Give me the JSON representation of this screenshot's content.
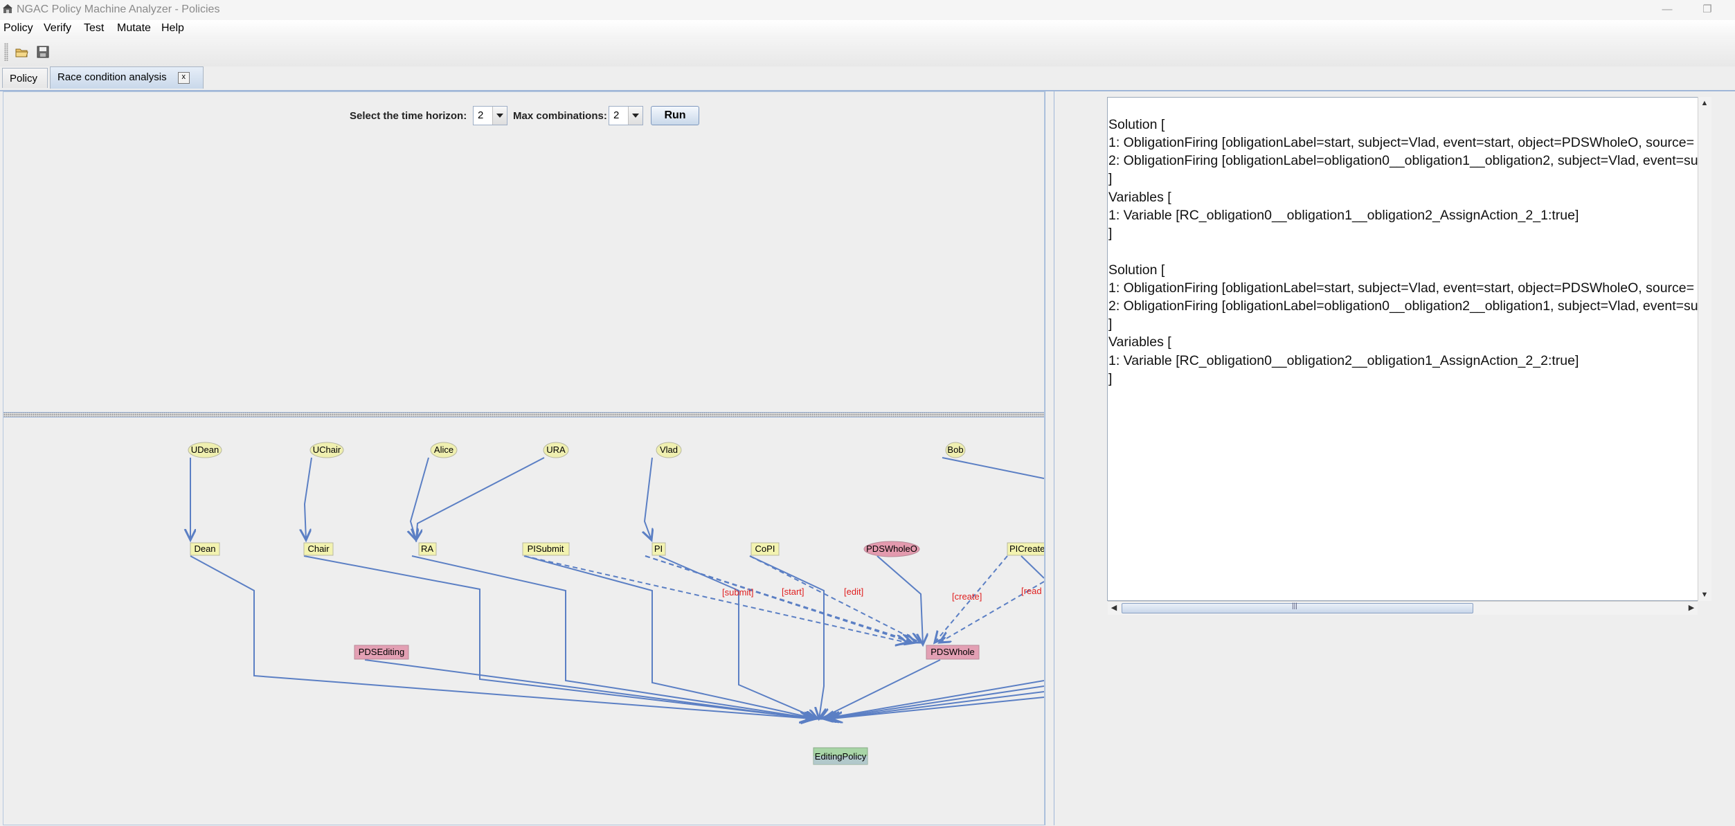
{
  "window": {
    "title": "NGAC Policy Machine Analyzer - Policies"
  },
  "menu": [
    "Policy",
    "Verify",
    "Test",
    "Mutate",
    "Help"
  ],
  "toolbar": {
    "icons": [
      "open-folder-icon",
      "save-disk-icon"
    ]
  },
  "tabs": [
    {
      "label": "Policy",
      "active": false
    },
    {
      "label": "Race condition analysis",
      "active": true,
      "close": "x"
    }
  ],
  "controls": {
    "time_horizon_label": "Select the time horizon:",
    "time_horizon_value": "2",
    "max_combinations_label": "Max combinations:",
    "max_combinations_value": "2",
    "run_label": "Run"
  },
  "graph": {
    "nodes": {
      "udean": "UDean",
      "uchair": "UChair",
      "alice": "Alice",
      "ura": "URA",
      "vlad": "Vlad",
      "bob": "Bob",
      "dean": "Dean",
      "chair": "Chair",
      "ra": "RA",
      "pisubmit": "PISubmit",
      "pi": "PI",
      "copi": "CoPI",
      "pdswholeo": "PDSWholeO",
      "picreate": "PICreate",
      "pdsediting": "PDSEditing",
      "pdswhole": "PDSWhole",
      "editingpolicy": "EditingPolicy"
    },
    "edge_labels": {
      "submit": "[submit]",
      "start": "[start]",
      "edit": "[edit]",
      "create": "[create]",
      "read": "[read"
    },
    "colors": {
      "user": "#f0f0b4",
      "attr": "#f5f5b0",
      "object": "#e3a0b4",
      "policy": "#a8d5a6",
      "edge": "#5b7fc4",
      "label": "#e02020"
    }
  },
  "output": {
    "lines": [
      "Solution [",
      "1: ObligationFiring [obligationLabel=start, subject=Vlad, event=start, object=PDSWholeO, source=",
      "2: ObligationFiring [obligationLabel=obligation0__obligation1__obligation2, subject=Vlad, event=su",
      "]",
      "Variables [",
      "1: Variable [RC_obligation0__obligation1__obligation2_AssignAction_2_1:true]",
      "]",
      "",
      "Solution [",
      "1: ObligationFiring [obligationLabel=start, subject=Vlad, event=start, object=PDSWholeO, source=",
      "2: ObligationFiring [obligationLabel=obligation0__obligation2__obligation1, subject=Vlad, event=su",
      "]",
      "Variables [",
      "1: Variable [RC_obligation0__obligation2__obligation1_AssignAction_2_2:true]",
      "]"
    ]
  }
}
